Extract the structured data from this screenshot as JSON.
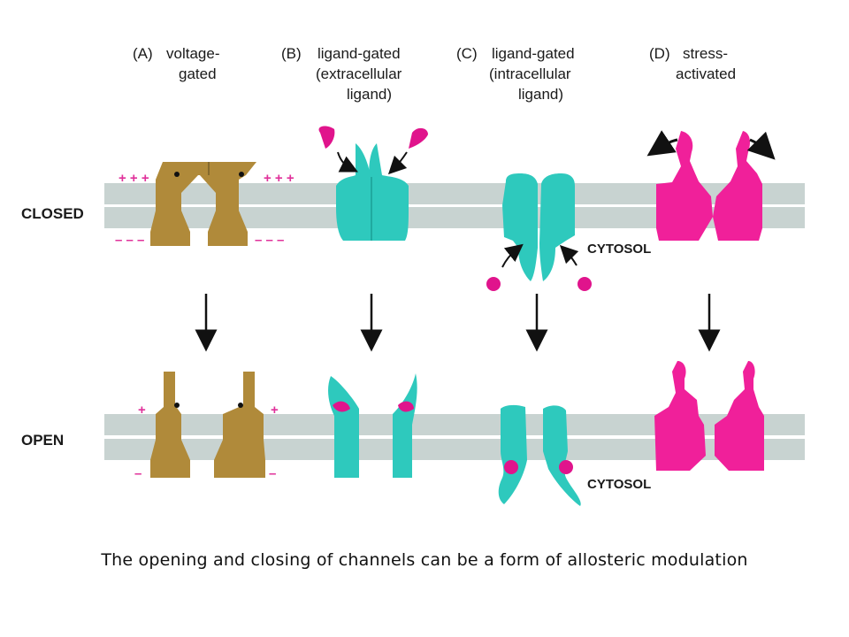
{
  "headers": {
    "A": {
      "letter": "(A)",
      "line1": "voltage-",
      "line2": "gated"
    },
    "B": {
      "letter": "(B)",
      "line1": "ligand-gated",
      "line2": "(extracellular",
      "line3": "ligand)"
    },
    "C": {
      "letter": "(C)",
      "line1": "ligand-gated",
      "line2": "(intracellular",
      "line3": "ligand)"
    },
    "D": {
      "letter": "(D)",
      "line1": "stress-",
      "line2": "activated"
    }
  },
  "rows": {
    "closed": "CLOSED",
    "open": "OPEN"
  },
  "cytosol": "CYTOSOL",
  "charges": {
    "plus3": "+ + +",
    "minus3": "– – –",
    "plus1": "+",
    "minus1": "–"
  },
  "caption": "The opening and closing of channels can be a form of allosteric modulation",
  "colors": {
    "voltage": "#b08a3a",
    "ligand": "#2ec9bd",
    "ligand_dot": "#e0148c",
    "stress": "#f0209a",
    "membrane": "#c8d3d1",
    "charge": "#e0309a"
  }
}
